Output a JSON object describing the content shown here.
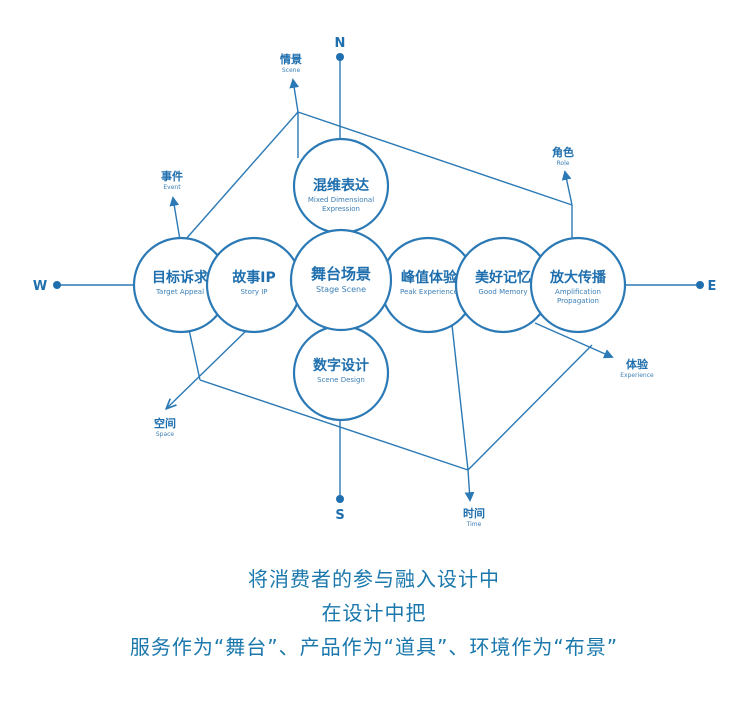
{
  "directions": {
    "N": "N",
    "S": "S",
    "W": "W",
    "E": "E"
  },
  "circles": [
    {
      "id": "mixed",
      "zh": "混维表达",
      "en": [
        "Mixed Dimensional",
        "Expression"
      ]
    },
    {
      "id": "target",
      "zh": "目标诉求",
      "en": [
        "Target Appeal"
      ]
    },
    {
      "id": "story",
      "zh": "故事IP",
      "en": [
        "Story IP"
      ]
    },
    {
      "id": "stage",
      "zh": "舞台场景",
      "en": [
        "Stage Scene"
      ]
    },
    {
      "id": "peak",
      "zh": "峰值体验",
      "en": [
        "Peak Experience"
      ]
    },
    {
      "id": "memory",
      "zh": "美好记忆",
      "en": [
        "Good Memory"
      ]
    },
    {
      "id": "amplify",
      "zh": "放大传播",
      "en": [
        "Amplification",
        "Propagation"
      ]
    },
    {
      "id": "digital",
      "zh": "数字设计",
      "en": [
        "Scene Design"
      ]
    }
  ],
  "axes": [
    {
      "id": "scene",
      "zh": "情景",
      "en": "Scene"
    },
    {
      "id": "event",
      "zh": "事件",
      "en": "Event"
    },
    {
      "id": "role",
      "zh": "角色",
      "en": "Role"
    },
    {
      "id": "experience",
      "zh": "体验",
      "en": "Experience"
    },
    {
      "id": "space",
      "zh": "空间",
      "en": "Space"
    },
    {
      "id": "time",
      "zh": "时间",
      "en": "Time"
    }
  ],
  "caption": [
    "将消费者的参与融入设计中",
    "在设计中把",
    "服务作为“舞台”、产品作为“道具”、环境作为“布景”"
  ]
}
